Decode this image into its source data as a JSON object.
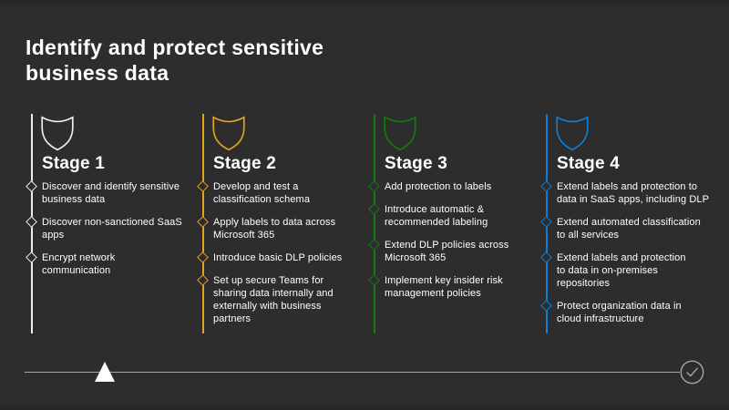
{
  "title": "Identify and protect sensitive\nbusiness data",
  "colors": {
    "background": "#2d2d2d",
    "text": "#ffffff",
    "timeline_line": "#a6a6a6",
    "progress_marker": "#ffffff",
    "stage1": "#ededed",
    "stage2": "#e2a321",
    "stage3": "#107c10",
    "stage4": "#0e7fd6"
  },
  "stages": [
    {
      "label": "Stage 1",
      "color": "#ededed",
      "icon": "shield-icon",
      "items": [
        "Discover and identify sensitive\nbusiness data",
        "Discover non-sanctioned SaaS\napps",
        "Encrypt network\ncommunication"
      ]
    },
    {
      "label": "Stage 2",
      "color": "#e2a321",
      "icon": "shield-icon",
      "items": [
        "Develop and test a\nclassification schema",
        "Apply labels to data across\nMicrosoft 365",
        "Introduce basic DLP policies",
        "Set up secure Teams for\nsharing data internally and\nexternally with business\npartners"
      ]
    },
    {
      "label": "Stage 3",
      "color": "#107c10",
      "icon": "shield-icon",
      "items": [
        "Add protection to labels",
        "Introduce automatic &\nrecommended labeling",
        "Extend DLP policies across\nMicrosoft 365",
        "Implement key insider risk\nmanagement policies"
      ]
    },
    {
      "label": "Stage 4",
      "color": "#0e7fd6",
      "icon": "shield-icon",
      "items": [
        "Extend labels and protection to\ndata in SaaS apps, including DLP",
        "Extend automated classification\nto all services",
        "Extend labels and protection\nto data in on-premises\nrepositories",
        "Protect organization data in\ncloud infrastructure"
      ]
    }
  ],
  "timeline": {
    "marker_icon": "triangle-up-marker",
    "end_icon": "check-circle-icon"
  }
}
